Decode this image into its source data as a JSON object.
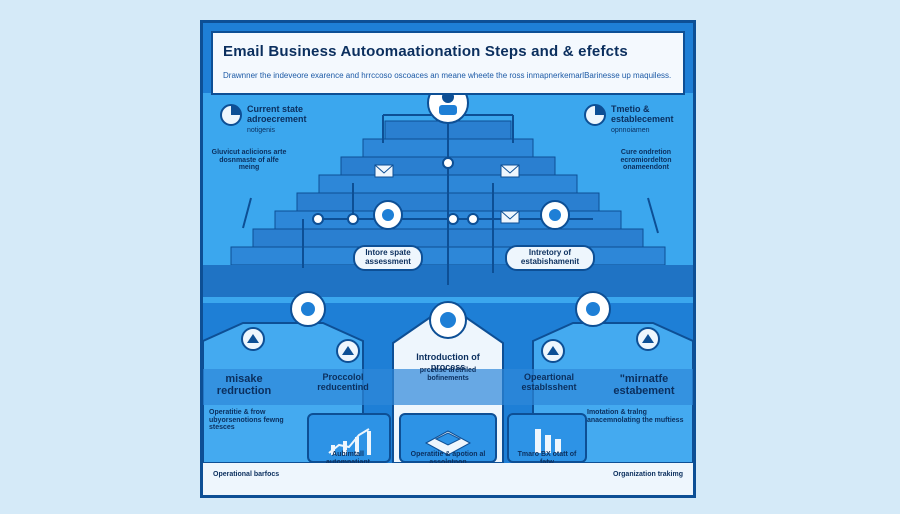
{
  "title": "Email Business Autoomaationation Steps and & efefcts",
  "subtitle": "Drawnner the indeveore exarence and hrrccoso oscoaces an meane wheete the ross inmapnerkemarlBarinesse up maquiless.",
  "top_left_card": {
    "title": "Current state adroecrement",
    "sub": "notigenis"
  },
  "top_right_card": {
    "title": "Tmetio & establecement",
    "sub": "opnnoiamen"
  },
  "left_note": "Gluvicut aclicions arte dosnmaste of alfe meing",
  "right_note": "Cure ondretion ecromiordelton onameendont",
  "center_left_pill": "Intore spate assessment",
  "center_right_pill": "Intretory of estabishamenit",
  "center_box": {
    "title": "Introduction of process",
    "sub": "prcctise arctriled bofinements"
  },
  "panels": [
    {
      "title": "misake redruction"
    },
    {
      "title": "Proccolol reducentind"
    },
    {
      "title": "Opeartional establsshent"
    },
    {
      "title": "\"mirnatfe estabement"
    }
  ],
  "left_body": "Operatitie & frow ubyorsenotions fewng stesces",
  "right_body": "Imotation & tralng anacemnolating the muftiess",
  "icon_labels": [
    "Aubimtall automnatiant",
    "Operatitie & apotion al assolntnon",
    "Tmaro BX otatt of fatw"
  ],
  "footer_left": "Operational barfocs",
  "footer_right": "Organization trakimg",
  "colors": {
    "primary": "#1e7fd6",
    "dark": "#0d4f95",
    "light": "#eef6fd",
    "stair": "#2b8ee0"
  }
}
